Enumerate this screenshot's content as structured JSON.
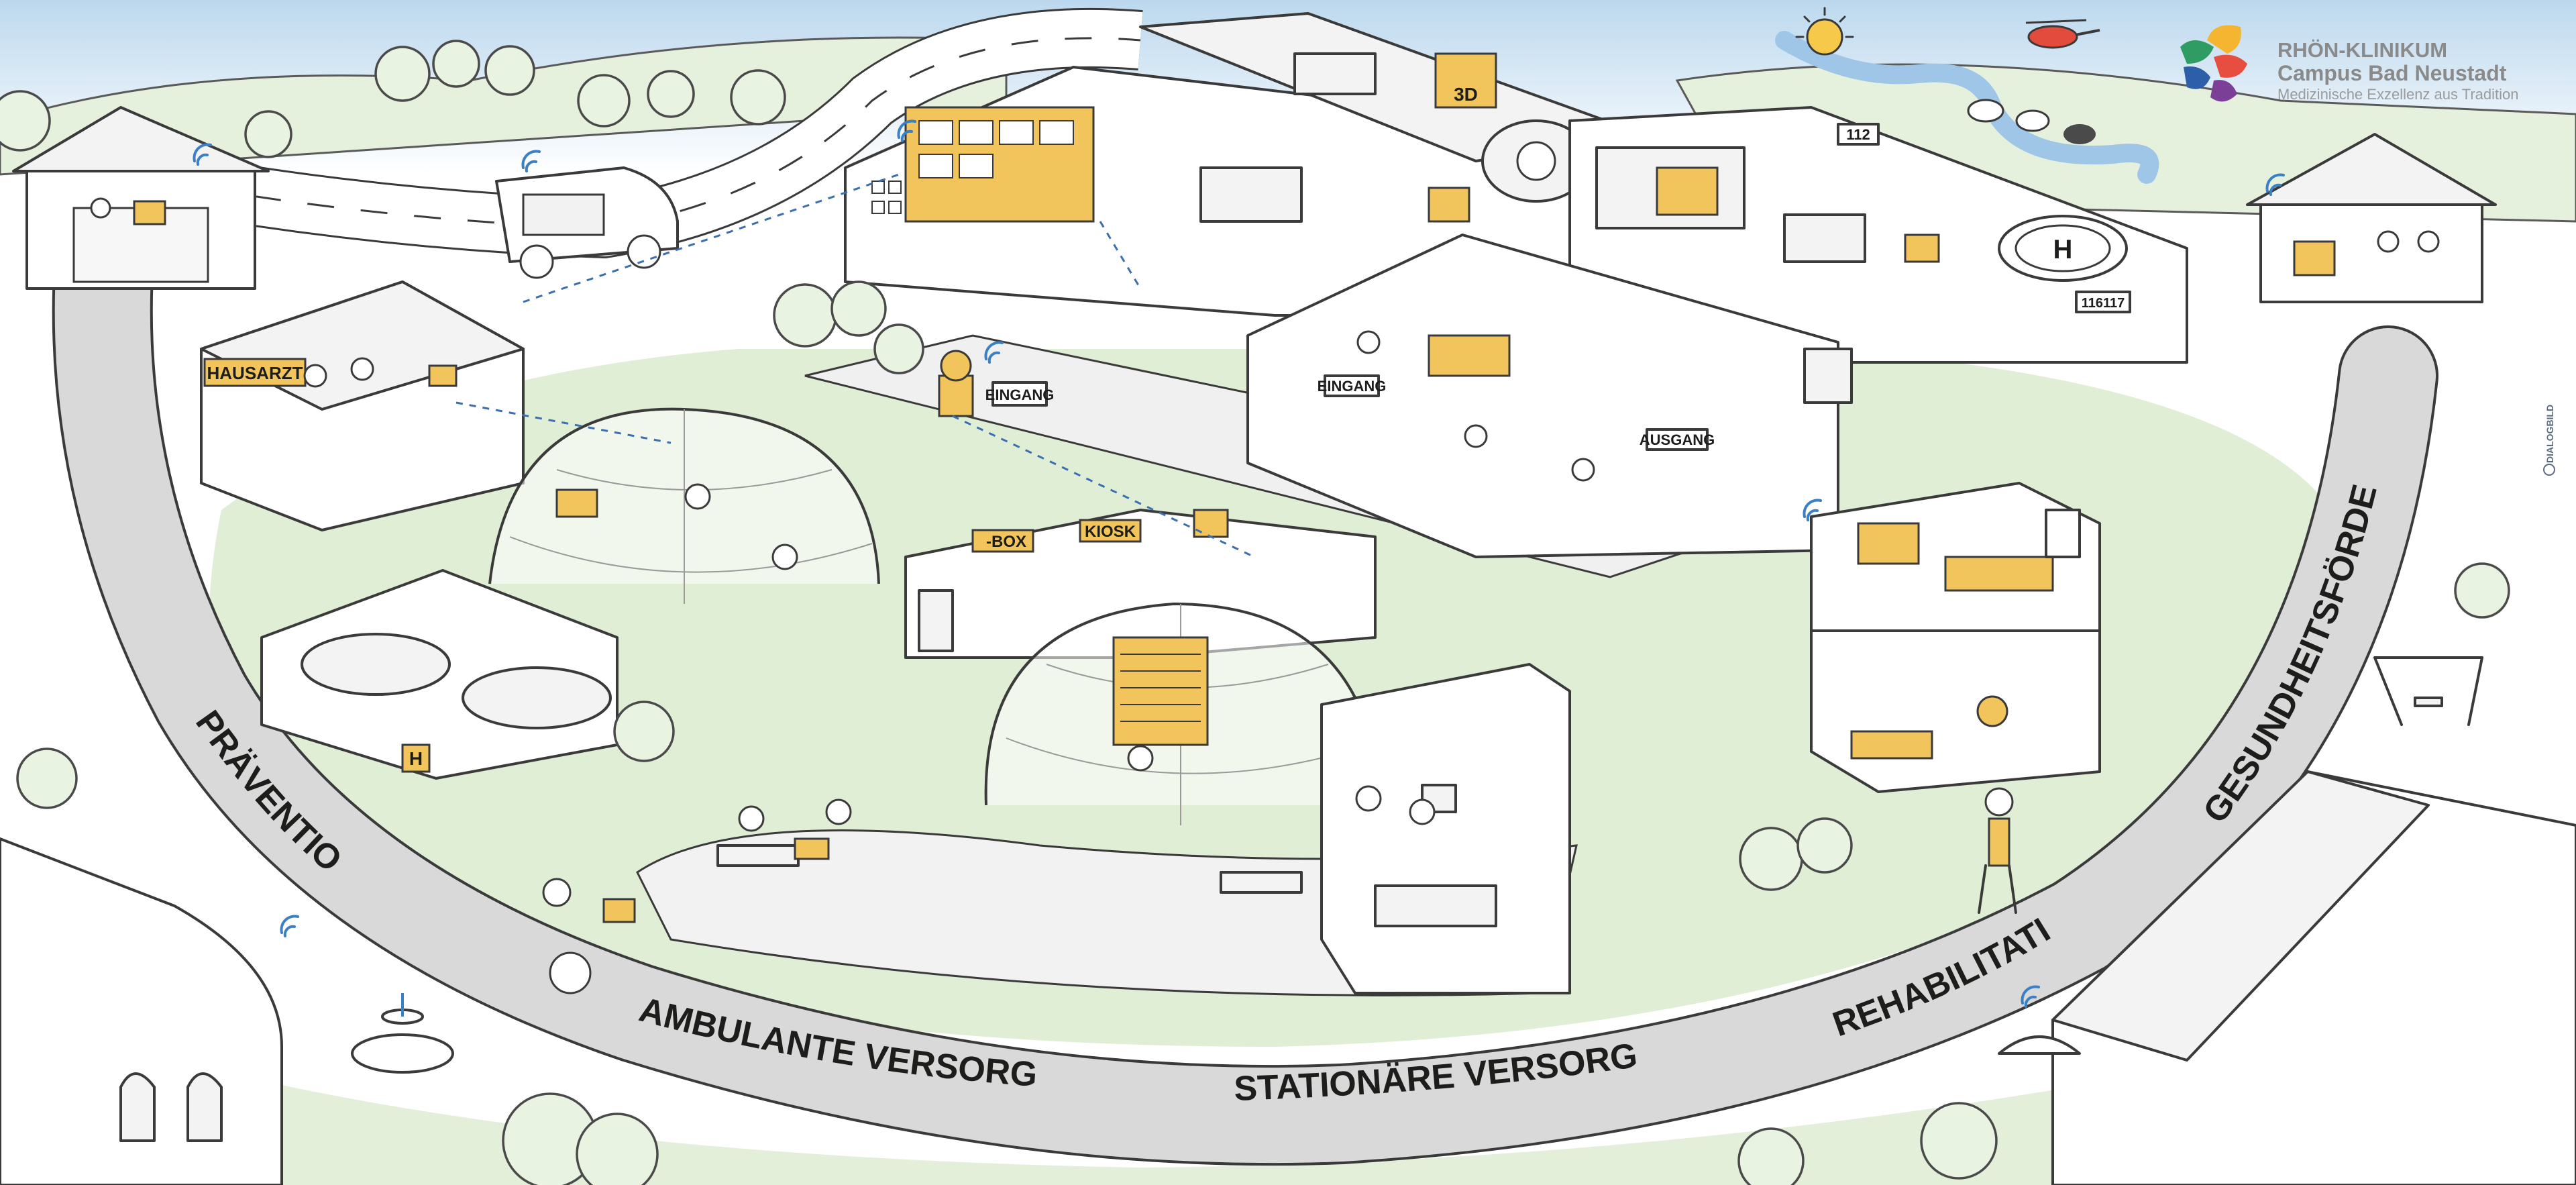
{
  "logo": {
    "brand": "RHÖN-KLINIKUM",
    "campus": "Campus Bad Neustadt",
    "tagline": "Medizinische Exzellenz aus Tradition",
    "colors": [
      "#e84e40",
      "#f6b530",
      "#2f9d63",
      "#2d5fa8",
      "#7b3f98",
      "#c8102e"
    ]
  },
  "ring_labels": {
    "praevention": "PRÄVENTION",
    "ambulant": "AMBULANTE VERSORGUNG",
    "stationaer": "STATIONÄRE VERSORGUNG",
    "rehabilitation": "REHABILITATION",
    "gesundheit": "GESUNDHEITSFÖRDERUNG"
  },
  "signs": {
    "hausarzt": "HAUSARZT",
    "eingang_robot": "EINGANG",
    "eingang_building": "EINGANG",
    "ausgang": "AUSGANG",
    "box": "-BOX",
    "kiosk": "KIOSK",
    "room_112": "112",
    "room_116117": "116117",
    "monitor_3d": "3D",
    "parking_h": "H"
  },
  "credit": "DIALOGBILD",
  "colors": {
    "accent_gold": "#f2c55c",
    "ground_green": "#dfeed5",
    "road_gray": "#d9d9d9",
    "sky_blue": "#cfe3f2",
    "wifi_blue": "#3b7fc4"
  },
  "icons": [
    "sun-icon",
    "helicopter-icon",
    "wifi-icon",
    "heliport-icon",
    "fountain-icon"
  ]
}
